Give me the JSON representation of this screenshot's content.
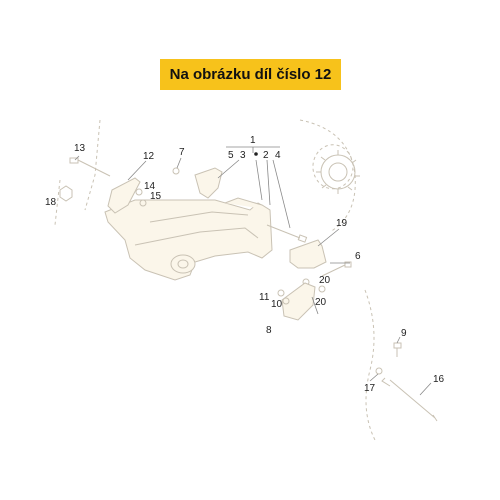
{
  "banner": {
    "text": "Na obrázku díl číslo 12"
  },
  "colors": {
    "banner": "#f7c21b",
    "line": "#c9c2b4",
    "part_fill": "#fbf6ea",
    "text": "#222222"
  },
  "callouts": {
    "c1": "1",
    "c2": "2",
    "c3": "3",
    "c4": "4",
    "c5": "5",
    "c6": "6",
    "c7": "7",
    "c8": "8",
    "c9": "9",
    "c10": "10",
    "c11": "11",
    "c12": "12",
    "c13": "13",
    "c14": "14",
    "c15": "15",
    "c16": "16",
    "c17": "17",
    "c18": "18",
    "c19": "19",
    "c20a": "20",
    "c20b": "20"
  }
}
